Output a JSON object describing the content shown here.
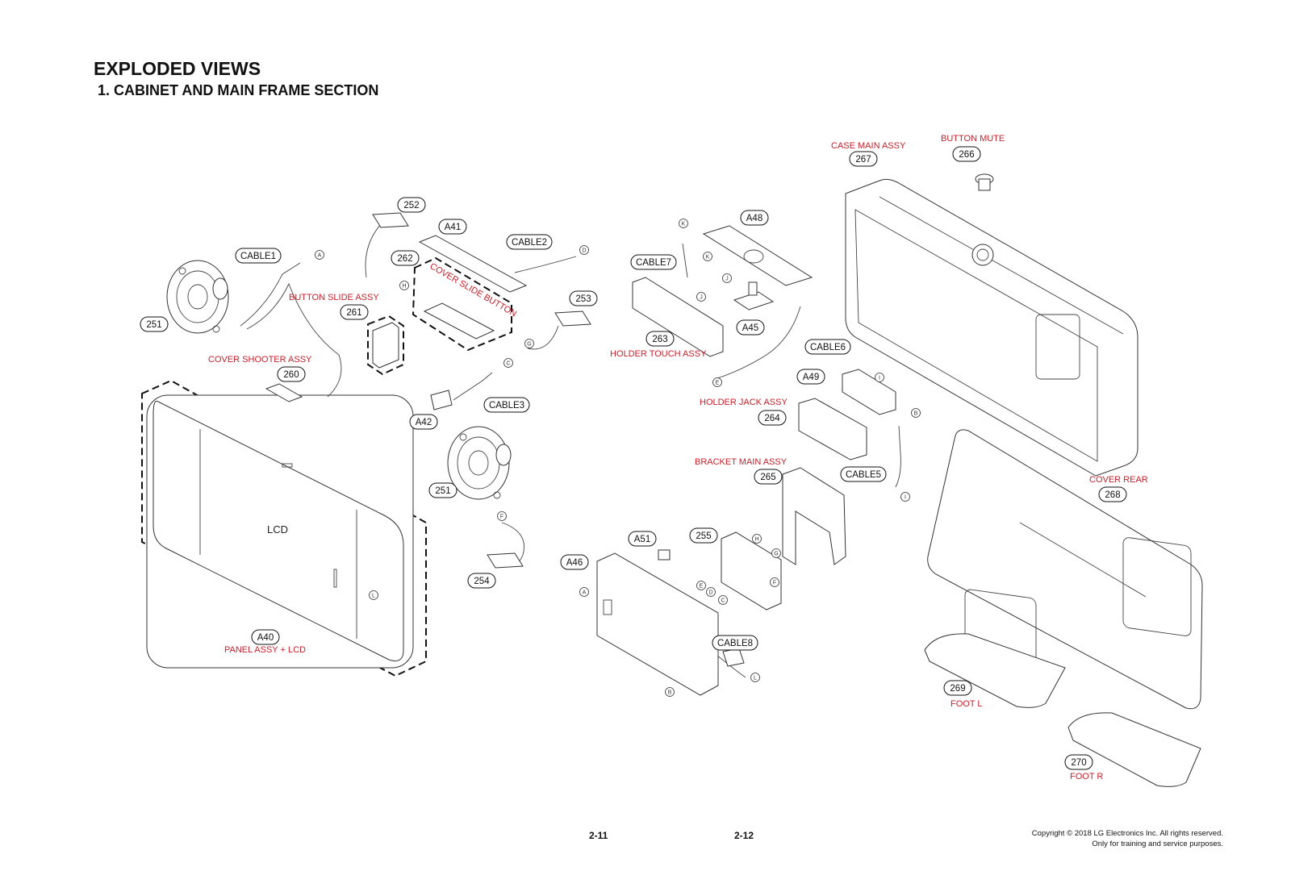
{
  "header": {
    "title": "EXPLODED VIEWS",
    "subtitle": "1. CABINET AND MAIN FRAME SECTION"
  },
  "diagram": {
    "screen_label": "LCD",
    "assembly_labels": {
      "button_mute": "BUTTON MUTE",
      "case_main": "CASE MAIN ASSY",
      "button_slide": "BUTTON SLIDE ASSY",
      "cover_slide_button": "COVER SLIDE BUTTON",
      "cover_shooter": "COVER SHOOTER ASSY",
      "holder_touch": "HOLDER TOUCH ASSY",
      "holder_jack": "HOLDER JACK ASSY",
      "bracket_main": "BRACKET MAIN ASSY",
      "cover_rear": "COVER REAR",
      "panel_lcd": "PANEL ASSY + LCD",
      "foot_l": "FOOT L",
      "foot_r": "FOOT R"
    },
    "refs": {
      "r252": "252",
      "rA41": "A41",
      "rCABLE2": "CABLE2",
      "rCABLE1": "CABLE1",
      "r262": "262",
      "r251a": "251",
      "r261": "261",
      "r253": "253",
      "r260": "260",
      "rCABLE3": "CABLE3",
      "rA42": "A42",
      "r251b": "251",
      "r254": "254",
      "rA40": "A40",
      "rA48": "A48",
      "rCABLE7": "CABLE7",
      "r263": "263",
      "rA45": "A45",
      "rCABLE6": "CABLE6",
      "rA49": "A49",
      "r264": "264",
      "r265": "265",
      "rCABLE5": "CABLE5",
      "rA51": "A51",
      "r255": "255",
      "rA46": "A46",
      "rCABLE8": "CABLE8",
      "r267": "267",
      "r266": "266",
      "r268": "268",
      "r269": "269",
      "r270": "270"
    },
    "pins": {
      "A": "A",
      "B": "B",
      "C": "C",
      "D": "D",
      "E": "E",
      "F": "F",
      "G": "G",
      "H": "H",
      "I": "I",
      "J": "J",
      "K": "K",
      "L": "L"
    }
  },
  "footer": {
    "page_left": "2-11",
    "page_right": "2-12",
    "copyright_line1": "Copyright © 2018 LG Electronics Inc. All rights reserved.",
    "copyright_line2": "Only for training and service purposes."
  }
}
